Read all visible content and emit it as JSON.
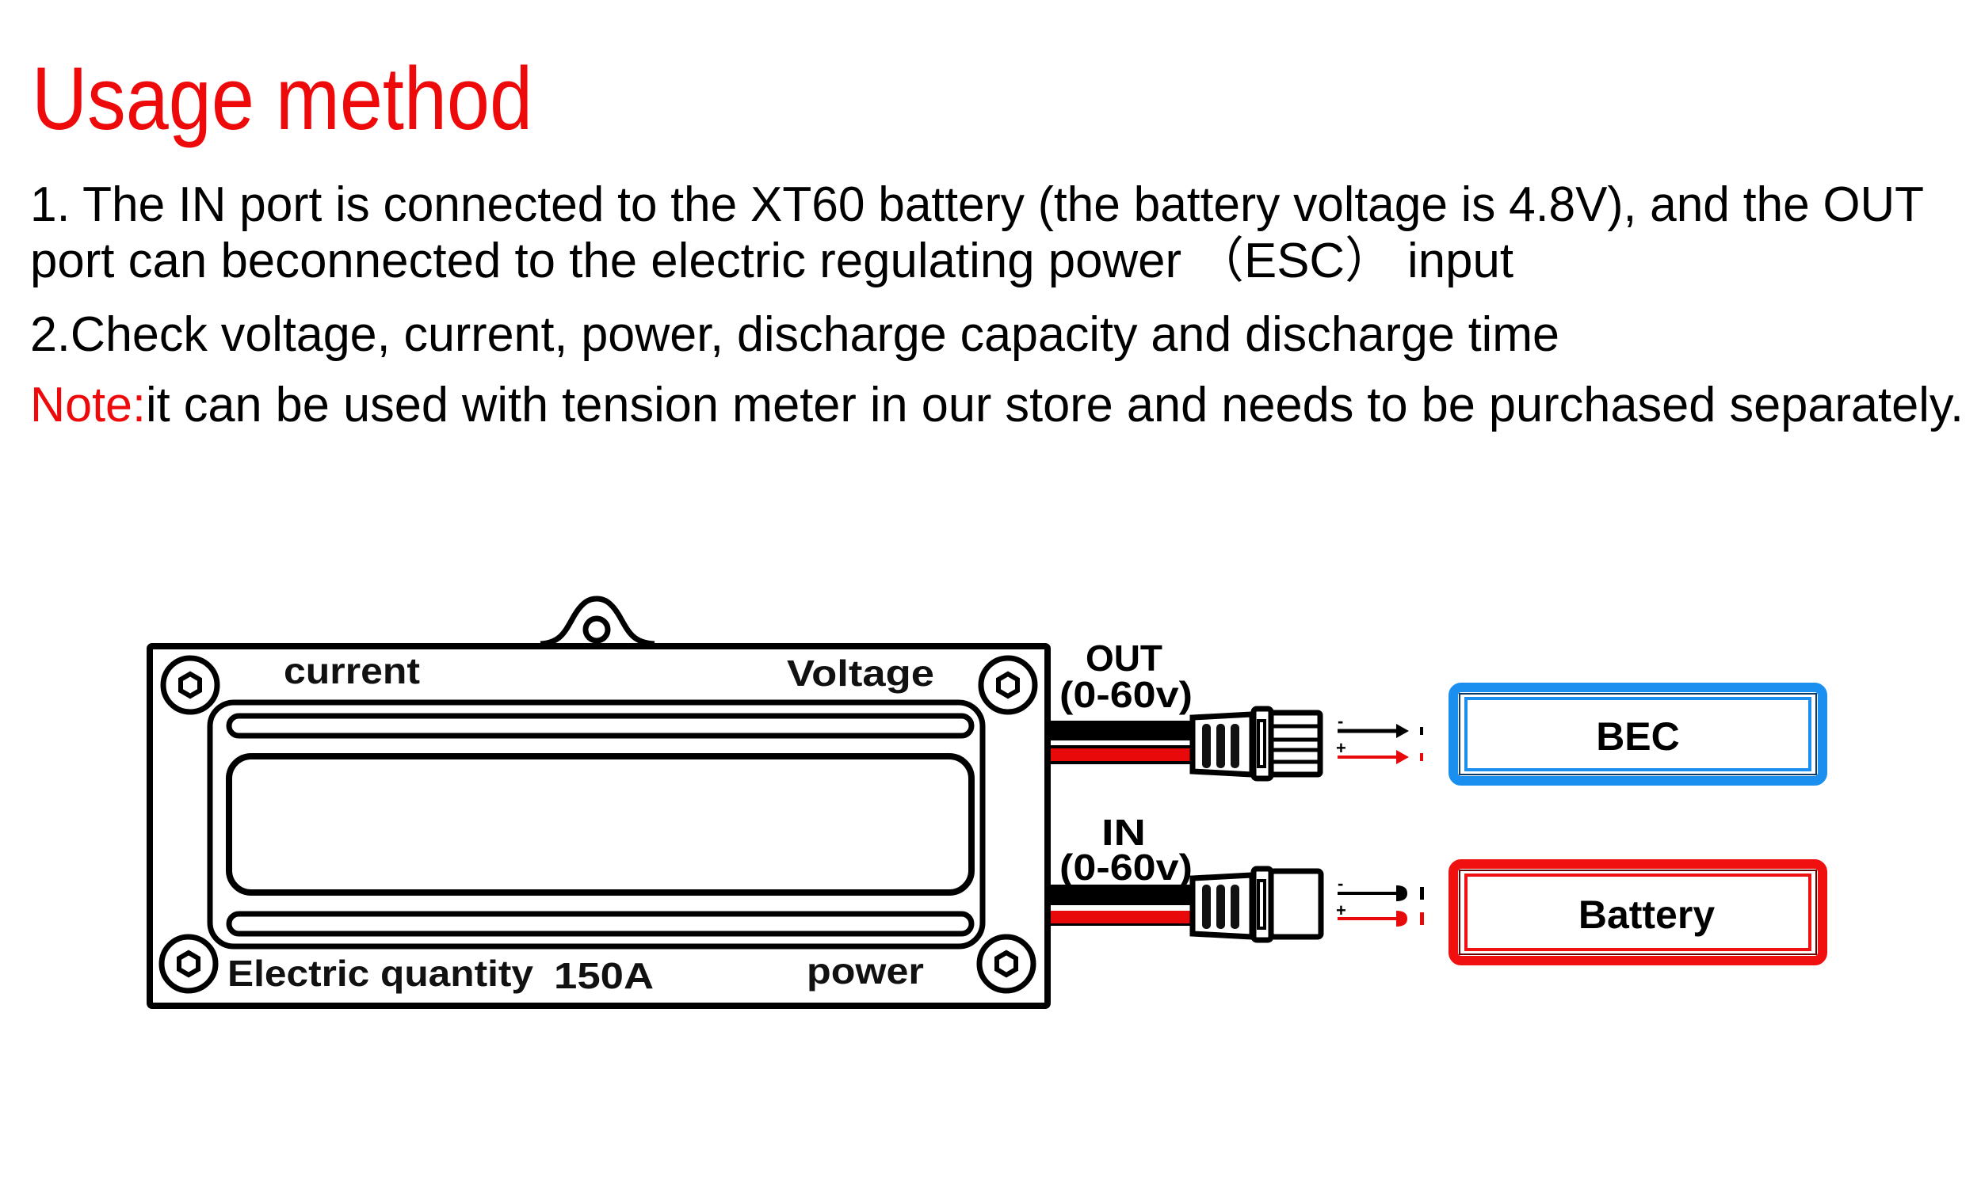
{
  "header": {
    "title": "Usage method"
  },
  "instructions": {
    "step1_line1": "1. The IN port is connected to the XT60 battery (the battery voltage is 4.8V), and the OUT",
    "step1_line2": "port can beconnected to the electric regulating power （ESC） input",
    "step2": "2.Check voltage, current, power, discharge capacity and discharge time",
    "note_label": "Note:",
    "note_text": " it can be used with tension meter in our store and needs to be purchased separately."
  },
  "meter": {
    "label_current": "current",
    "label_voltage": "Voltage",
    "label_electric_quantity": "Electric quantity",
    "label_rating": "150A",
    "label_power": "power"
  },
  "ports": {
    "out_label": "OUT",
    "out_range": "(0-60v)",
    "in_label": "IN",
    "in_range": "(0-60v)",
    "minus_sign": "-",
    "plus_sign": "+"
  },
  "targets": {
    "bec_label": "BEC",
    "battery_label": "Battery"
  },
  "colors": {
    "accent_red": "#ee0a0a",
    "bec_blue": "#1a8ff0",
    "battery_red": "#f01010",
    "wire_black": "#000000",
    "wire_red": "#e80a0a"
  }
}
